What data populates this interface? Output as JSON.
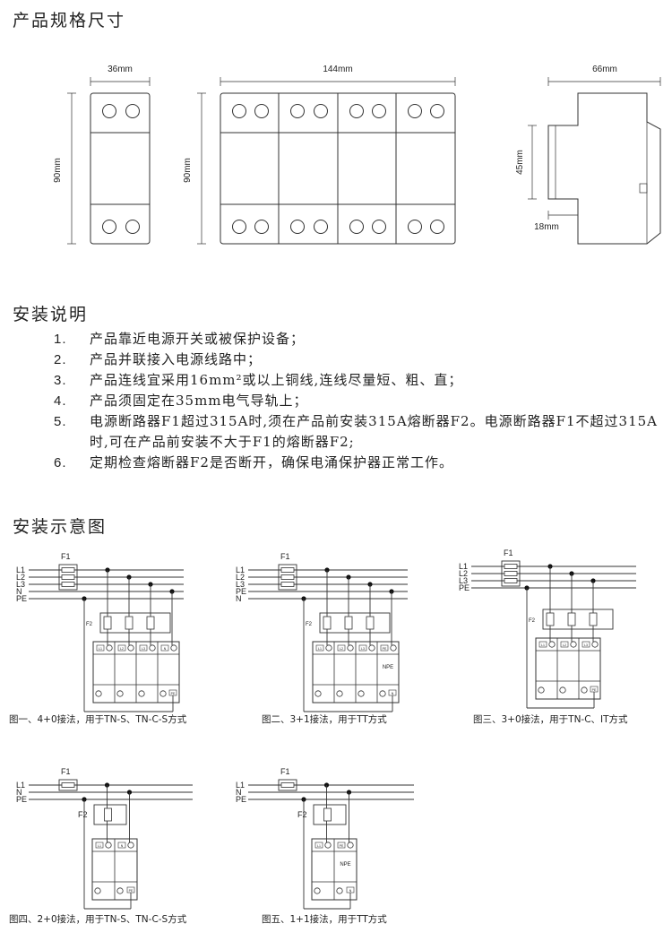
{
  "sections": {
    "specs_title": "产品规格尺寸",
    "install_title": "安装说明",
    "diagram_title": "安装示意图"
  },
  "dimensions": {
    "single_width": "36mm",
    "multi_width": "144mm",
    "height_left": "90mm",
    "height_mid": "90mm",
    "depth": "66mm",
    "rail_height": "45mm",
    "rail_offset": "18mm"
  },
  "instructions": [
    {
      "num": "1.",
      "text": "产品靠近电源开关或被保护设备；"
    },
    {
      "num": "2.",
      "text": "产品并联接入电源线路中；"
    },
    {
      "num": "3.",
      "text": "产品连线宜采用16mm²或以上铜线,连线尽量短、粗、直；"
    },
    {
      "num": "4.",
      "text": "产品须固定在35mm电气导轨上；"
    },
    {
      "num": "5.",
      "text": "电源断路器F1超过315A时,须在产品前安装315A熔断器F2。电源断路器F1不超过315A时,可在产品前安装不大于F1的熔断器F2;"
    },
    {
      "num": "6.",
      "text": "定期检查熔断器F2是否断开，确保电涌保护器正常工作。"
    }
  ],
  "diagrams": [
    {
      "caption": "图一、4+0接法，用于TN-S、TN-C-S方式",
      "lines": [
        "L1",
        "L2",
        "L3",
        "N",
        "PE"
      ],
      "f1": "F1",
      "f2": "F2",
      "modules": [
        "L1",
        "L2",
        "L3",
        "N"
      ],
      "bottom_tag": "PE"
    },
    {
      "caption": "图二、3+1接法，用于TT方式",
      "lines": [
        "L1",
        "L2",
        "L3",
        "PE",
        "N"
      ],
      "f1": "F1",
      "f2": "F2",
      "modules": [
        "L1",
        "L2",
        "L3",
        "PE"
      ],
      "npe": "NPE",
      "bottom_tag": "N"
    },
    {
      "caption": "图三、3+0接法，用于TN-C、IT方式",
      "lines": [
        "L1",
        "L2",
        "L3",
        "PE"
      ],
      "f1": "F1",
      "f2": "F2",
      "modules": [
        "L1",
        "L2",
        "L3"
      ],
      "bottom_tag": "PE"
    },
    {
      "caption": "图四、2+0接法，用于TN-S、TN-C-S方式",
      "lines": [
        "L1",
        "N",
        "PE"
      ],
      "f1": "F1",
      "f2": "F2",
      "modules": [
        "L1",
        "N"
      ],
      "bottom_tag": "PE"
    },
    {
      "caption": "图五、1+1接法，用于TT方式",
      "lines": [
        "L1",
        "N",
        "PE"
      ],
      "f1": "F1",
      "f2": "F2",
      "modules": [
        "L1",
        "PE"
      ],
      "npe": "NPE",
      "bottom_tag": "N"
    }
  ]
}
